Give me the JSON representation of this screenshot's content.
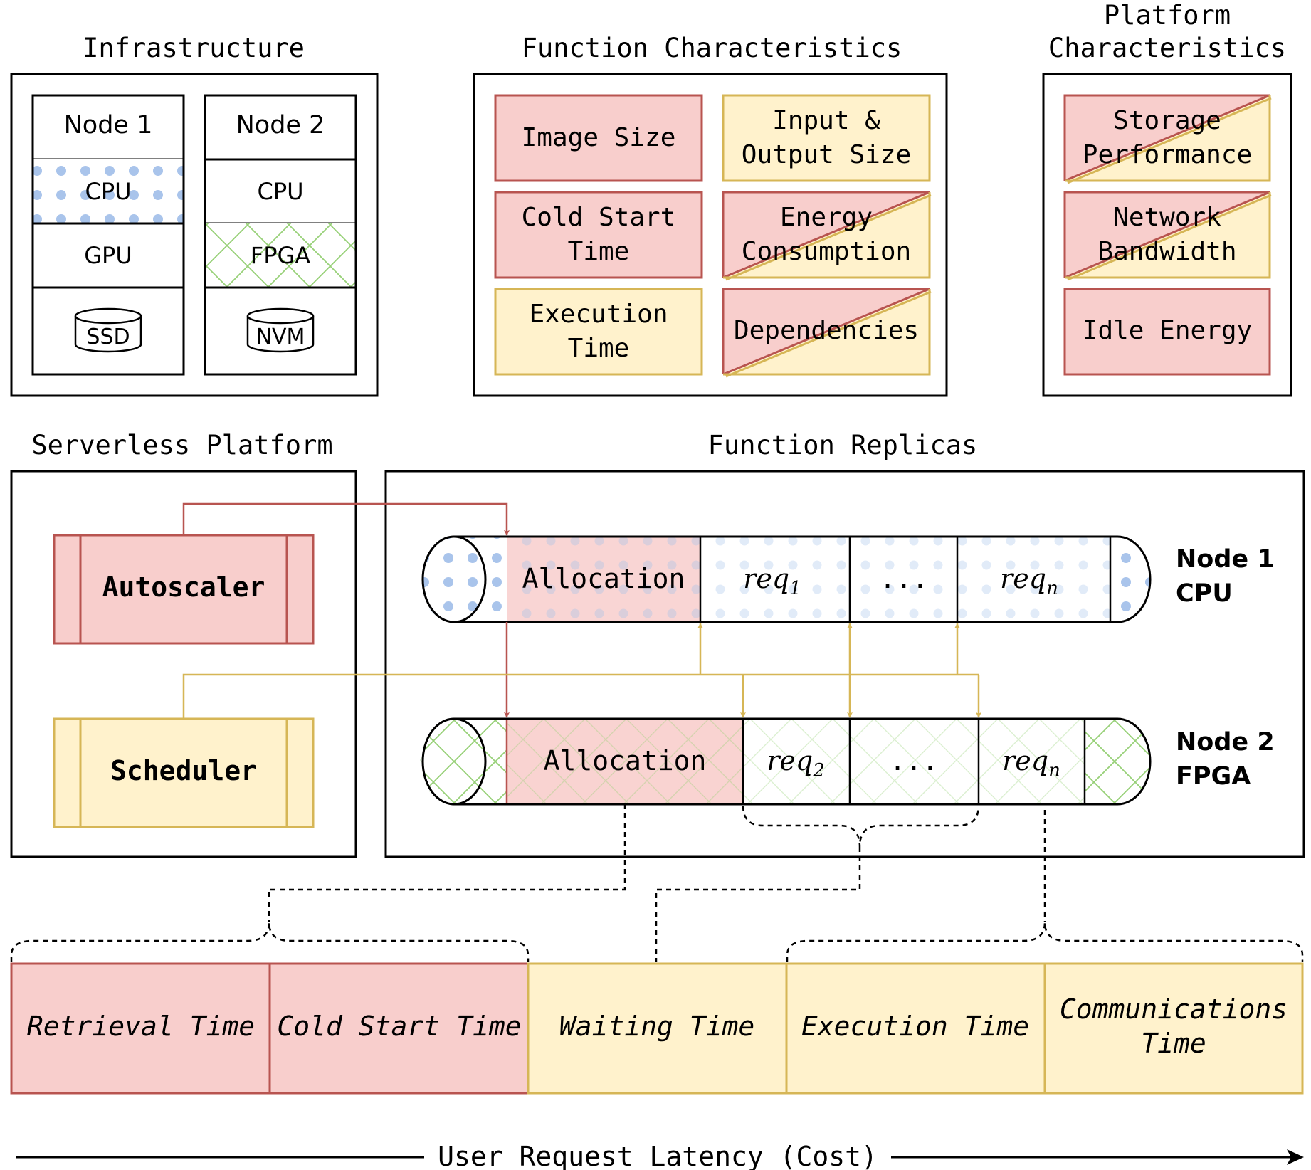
{
  "infrastructure": {
    "title": "Infrastructure",
    "node1": {
      "label": "Node 1",
      "cpu": "CPU",
      "gpu": "GPU",
      "storage": "SSD"
    },
    "node2": {
      "label": "Node 2",
      "cpu": "CPU",
      "fpga": "FPGA",
      "storage": "NVM"
    }
  },
  "function_characteristics": {
    "title": "Function Characteristics",
    "image_size": "Image Size",
    "io_size_line1": "Input &",
    "io_size_line2": "Output Size",
    "cold_start_line1": "Cold Start",
    "cold_start_line2": "Time",
    "energy_line1": "Energy",
    "energy_line2": "Consumption",
    "exec_line1": "Execution",
    "exec_line2": "Time",
    "dependencies": "Dependencies"
  },
  "platform_characteristics": {
    "title_line1": "Platform",
    "title_line2": "Characteristics",
    "storage_line1": "Storage",
    "storage_line2": "Performance",
    "network_line1": "Network",
    "network_line2": "Bandwidth",
    "idle_energy": "Idle Energy"
  },
  "serverless_platform": {
    "title": "Serverless Platform",
    "autoscaler": "Autoscaler",
    "scheduler": "Scheduler"
  },
  "function_replicas": {
    "title": "Function Replicas",
    "node1": {
      "allocation": "Allocation",
      "req_a": "req",
      "req_a_sub": "1",
      "ellipsis": "...",
      "req_b": "req",
      "req_b_sub": "n",
      "label_line1": "Node 1",
      "label_line2": "CPU"
    },
    "node2": {
      "allocation": "Allocation",
      "req_a": "req",
      "req_a_sub": "2",
      "ellipsis": "...",
      "req_b": "req",
      "req_b_sub": "n",
      "label_line1": "Node 2",
      "label_line2": "FPGA"
    }
  },
  "latency": {
    "retrieval": "Retrieval Time",
    "cold_start": "Cold Start Time",
    "waiting": "Waiting Time",
    "execution": "Execution Time",
    "comm_line1": "Communications",
    "comm_line2": "Time",
    "axis_label": "User Request Latency (Cost)"
  },
  "colors": {
    "red_fill": "#f8cecc",
    "red_stroke": "#b85450",
    "yellow_fill": "#fff2cc",
    "yellow_stroke": "#d6b656",
    "dot_blue": "#a9c4eb",
    "hatch_green": "#97d077"
  }
}
